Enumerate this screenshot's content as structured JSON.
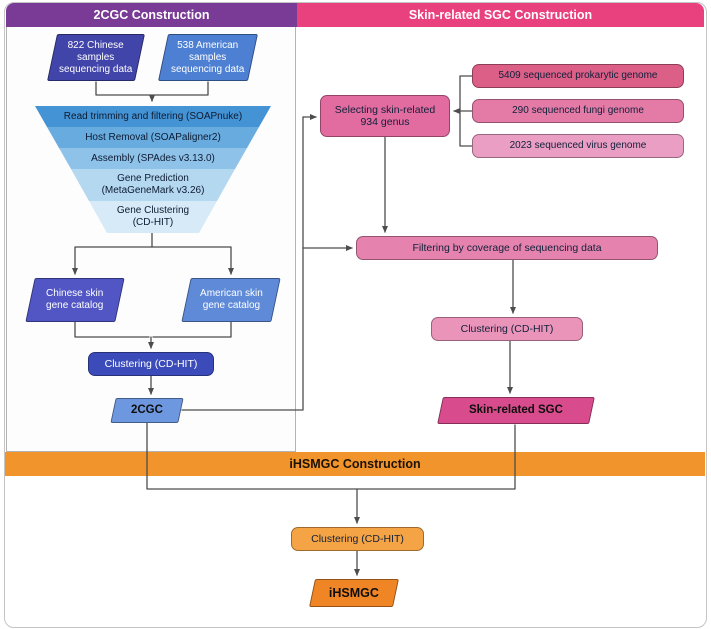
{
  "headers": {
    "left": "2CGC Construction",
    "right": "Skin-related SGC Construction",
    "band": "iHSMGC Construction"
  },
  "left_flow": {
    "chinese_samples": "822 Chinese\nsamples\nsequencing data",
    "american_samples": "538 American\nsamples\nsequencing data",
    "funnel_steps": [
      "Read trimming and filtering (SOAPnuke)",
      "Host Removal (SOAPaligner2)",
      "Assembly (SPAdes v3.13.0)",
      "Gene Prediction\n(MetaGeneMark v3.26)",
      "Gene Clustering\n(CD-HIT)"
    ],
    "chinese_catalog": "Chinese skin\ngene catalog",
    "american_catalog": "American skin\ngene catalog",
    "clustering": "Clustering (CD-HIT)",
    "output": "2CGC"
  },
  "right_flow": {
    "genome_sources": [
      "5409 sequenced prokarytic genome",
      "290 sequenced fungi genome",
      "2023 sequenced virus genome"
    ],
    "selecting": "Selecting skin-related\n934 genus",
    "filtering": "Filtering by coverage of sequencing data",
    "clustering": "Clustering (CD-HIT)",
    "output": "Skin-related SGC"
  },
  "bottom_flow": {
    "clustering": "Clustering (CD-HIT)",
    "output": "iHSMGC"
  },
  "colors": {
    "left_header_bg": "#7a3b96",
    "right_header_bg": "#e9407e",
    "band_bg": "#f2942c",
    "arrow": "#4d4d4d",
    "chinese_samples_bg": "#4144a8",
    "american_samples_bg": "#4d7fd2",
    "funnel_1": "#4493d4",
    "funnel_2": "#68abde",
    "funnel_3": "#8fc2e8",
    "funnel_4": "#b4d8f0",
    "funnel_5": "#d6eaf8",
    "chinese_catalog_bg": "#5156c4",
    "american_catalog_bg": "#5e8ad8",
    "clustering_left_bg": "#3b4cba",
    "cgc_bg": "#6d97de",
    "prokaryotic_bg": "#db5f86",
    "fungi_bg": "#e47ba6",
    "virus_bg": "#eb9ec3",
    "selecting_bg": "#e26b9f",
    "filtering_bg": "#e583ae",
    "clustering_right_bg": "#eb94ba",
    "sgc_bg": "#d84b8c",
    "clustering_bottom_bg": "#f5a445",
    "ihsmgc_bg": "#ef8525"
  }
}
